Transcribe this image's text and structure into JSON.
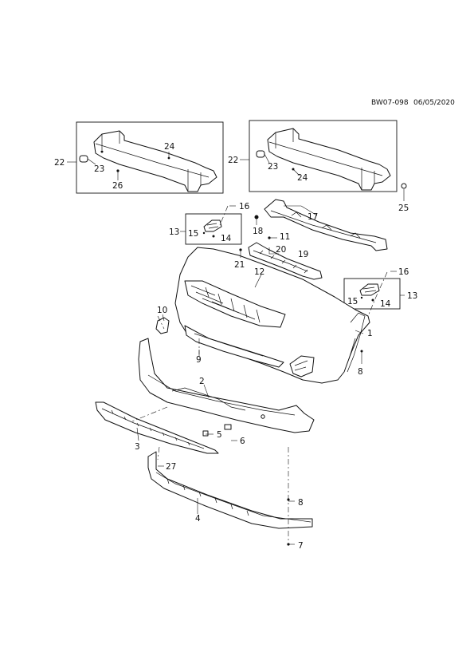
{
  "header": {
    "doc_id": "BW07-098",
    "date": "06/05/2020"
  },
  "callouts": {
    "c1": "1",
    "c2": "2",
    "c3": "3",
    "c4": "4",
    "c5": "5",
    "c6": "6",
    "c7": "7",
    "c8a": "8",
    "c8b": "8",
    "c9": "9",
    "c10": "10",
    "c11": "11",
    "c12": "12",
    "c13a": "13",
    "c13b": "13",
    "c14a": "14",
    "c14b": "14",
    "c15a": "15",
    "c15b": "15",
    "c16a": "16",
    "c16b": "16",
    "c17": "17",
    "c18": "18",
    "c19": "19",
    "c20": "20",
    "c21": "21",
    "c22a": "22",
    "c22b": "22",
    "c23a": "23",
    "c23b": "23",
    "c24a": "24",
    "c24b": "24",
    "c25": "25",
    "c26": "26",
    "c27": "27"
  }
}
